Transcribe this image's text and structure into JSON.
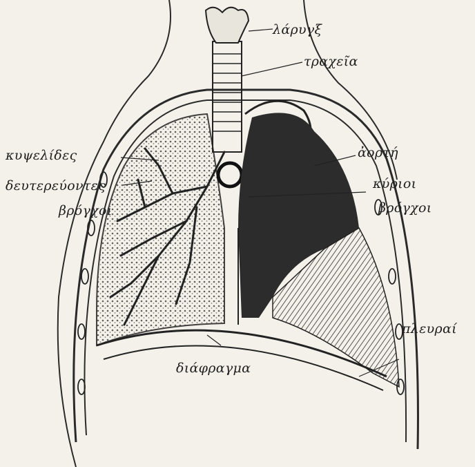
{
  "labels": {
    "larynx": "λάρυγξ",
    "trachea": "τραχεῖα",
    "aorta": "ἀορτή",
    "main_bronchi_1": "κύριοι",
    "main_bronchi_2": "βρόγχοι",
    "cells_1": "κυψελίδες",
    "cells_2": "δευτερεύοντες",
    "cells_3": "βρόγχοι",
    "ribs": "πλευραί",
    "diaphragm": "διάφραγμα"
  },
  "colors": {
    "paper": "#f3f1ea",
    "ink": "#1e1e1e",
    "heart": "#2c2c2c"
  }
}
